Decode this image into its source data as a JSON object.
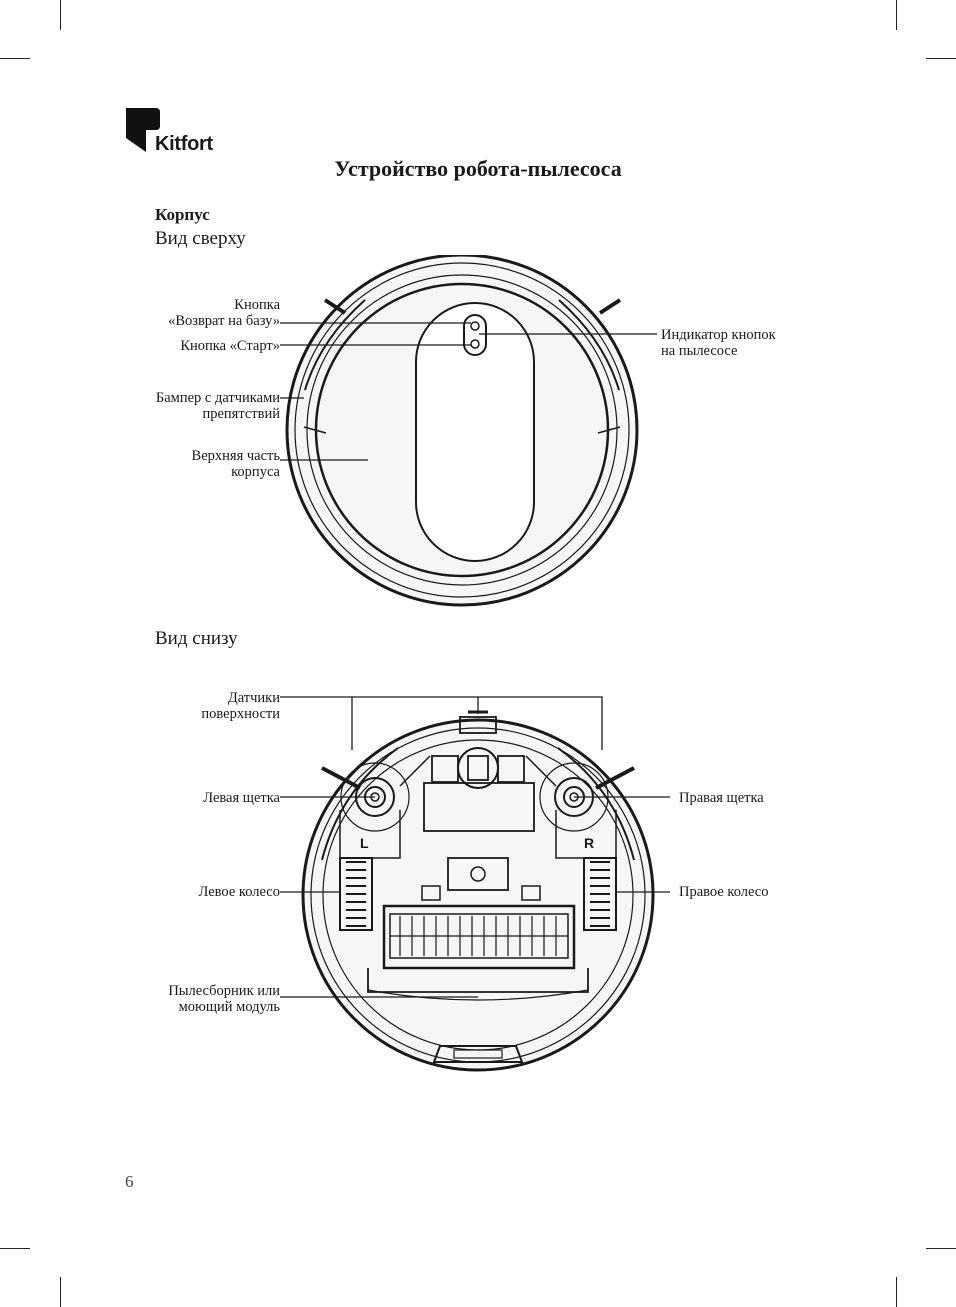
{
  "brand": {
    "name": "Kitfort"
  },
  "page": {
    "title": "Устройство робота-пылесоса",
    "section": "Корпус",
    "page_number": "6"
  },
  "top_view": {
    "heading": "Вид сверху",
    "labels": {
      "home_button_line1": "Кнопка",
      "home_button_line2": "«Возврат на базу»",
      "start_button": "Кнопка «Старт»",
      "bumper_line1": "Бампер с датчиками",
      "bumper_line2": "препятствий",
      "top_cover_line1": "Верхняя часть",
      "top_cover_line2": "корпуса",
      "indicator_line1": "Индикатор кнопок",
      "indicator_line2": "на пылесосе"
    }
  },
  "bottom_view": {
    "heading": "Вид снизу",
    "labels": {
      "surface_sensors_line1": "Датчики",
      "surface_sensors_line2": "поверхности",
      "left_brush": "Левая щетка",
      "right_brush": "Правая щетка",
      "left_wheel": "Левое колесо",
      "right_wheel": "Правое колесо",
      "dustbin_line1": "Пылесборник или",
      "dustbin_line2": "моющий модуль"
    },
    "side_marks": {
      "left": "L",
      "right": "R"
    }
  }
}
